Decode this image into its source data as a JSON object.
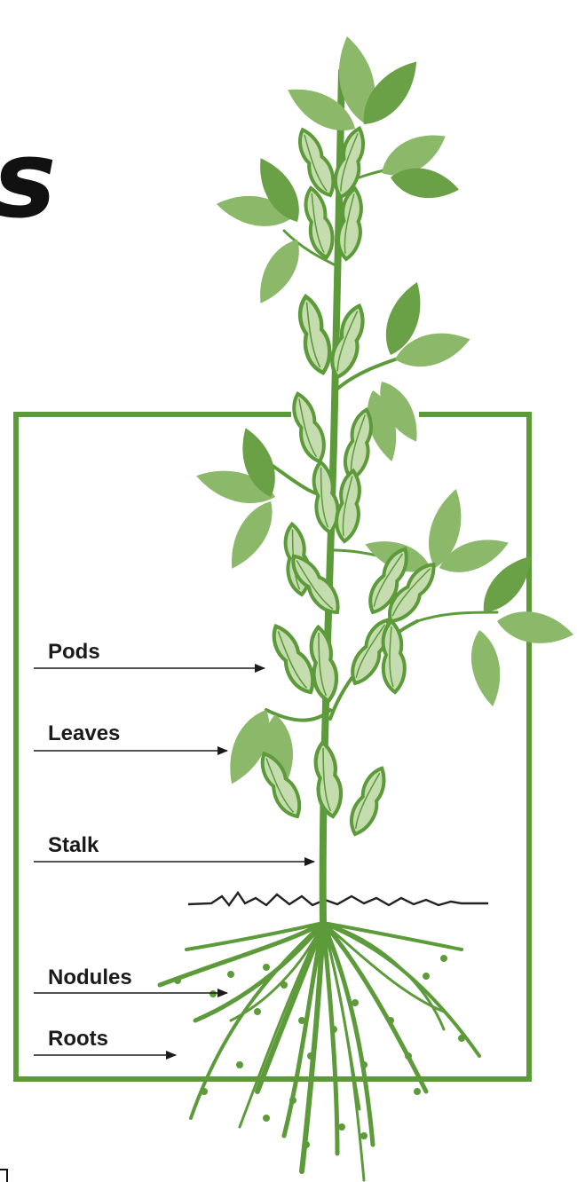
{
  "title_fragment": "s",
  "labels": {
    "pods": "Pods",
    "leaves": "Leaves",
    "stalk": "Stalk",
    "nodules": "Nodules",
    "roots": "Roots"
  },
  "colors": {
    "frame": "#5c9a3a",
    "stem": "#5c9a3a",
    "leaf_light": "#8cb86a",
    "leaf_dark": "#6aa046",
    "pod_fill": "#c4dcae",
    "pod_edge": "#5c9a3a",
    "root": "#5c9a3a",
    "arrow": "#1a1a1a"
  }
}
